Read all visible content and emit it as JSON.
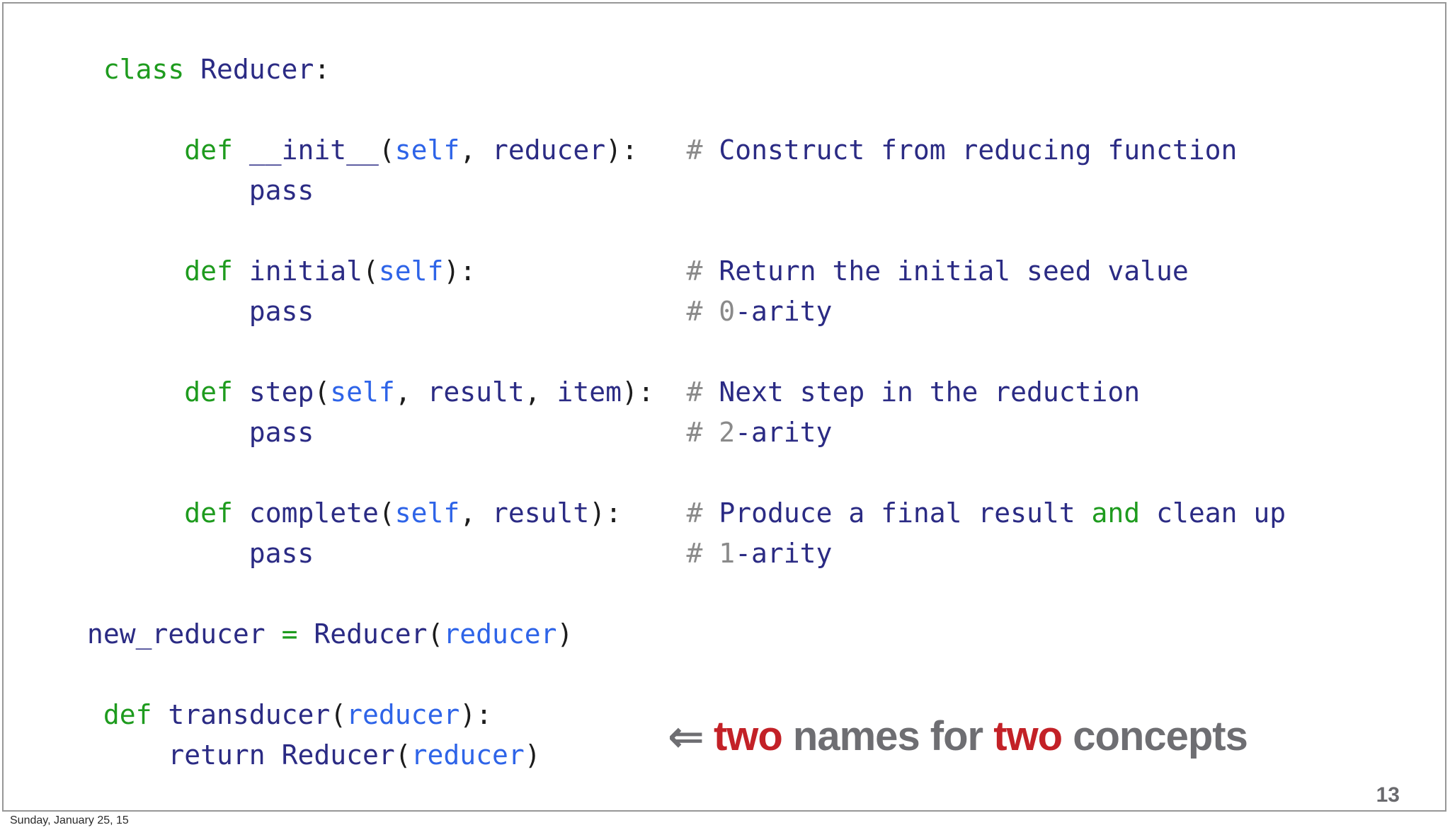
{
  "slide": {
    "page_number": "13",
    "footer_date": "Sunday, January 25, 15"
  },
  "annotation": {
    "arrow": "⇐",
    "segments": [
      {
        "text": "two",
        "emphasis": true
      },
      {
        "text": " names for ",
        "emphasis": false
      },
      {
        "text": "two",
        "emphasis": true
      },
      {
        "text": " concepts",
        "emphasis": false
      }
    ]
  },
  "colors": {
    "keyword_green": "#1e9b1e",
    "identifier_navy": "#2b2b84",
    "builtin_blue": "#2e64e8",
    "punctuation_black": "#1c1c1c",
    "muted_gray": "#8a8a8a",
    "annotation_red": "#c32127",
    "annotation_gray": "#6e6e72",
    "border_gray": "#979797"
  },
  "code": {
    "lines": [
      {
        "tokens": [
          {
            "c": "pu",
            "t": " "
          },
          {
            "c": "kw",
            "t": "class"
          },
          {
            "c": "pu",
            "t": " "
          },
          {
            "c": "nm",
            "t": "Reducer"
          },
          {
            "c": "pu",
            "t": ":"
          }
        ]
      },
      {
        "tokens": []
      },
      {
        "tokens": [
          {
            "c": "pu",
            "t": "      "
          },
          {
            "c": "kw",
            "t": "def"
          },
          {
            "c": "pu",
            "t": " "
          },
          {
            "c": "nm",
            "t": "__init__"
          },
          {
            "c": "pu",
            "t": "("
          },
          {
            "c": "bi",
            "t": "self"
          },
          {
            "c": "pu",
            "t": ", "
          },
          {
            "c": "nm",
            "t": "reducer"
          },
          {
            "c": "pu",
            "t": "):   "
          },
          {
            "c": "gy",
            "t": "# "
          },
          {
            "c": "nm",
            "t": "Construct from reducing function"
          }
        ]
      },
      {
        "tokens": [
          {
            "c": "pu",
            "t": "          "
          },
          {
            "c": "nm",
            "t": "pass"
          }
        ]
      },
      {
        "tokens": []
      },
      {
        "tokens": [
          {
            "c": "pu",
            "t": "      "
          },
          {
            "c": "kw",
            "t": "def"
          },
          {
            "c": "pu",
            "t": " "
          },
          {
            "c": "nm",
            "t": "initial"
          },
          {
            "c": "pu",
            "t": "("
          },
          {
            "c": "bi",
            "t": "self"
          },
          {
            "c": "pu",
            "t": "):             "
          },
          {
            "c": "gy",
            "t": "# "
          },
          {
            "c": "nm",
            "t": "Return the initial seed value"
          }
        ]
      },
      {
        "tokens": [
          {
            "c": "pu",
            "t": "          "
          },
          {
            "c": "nm",
            "t": "pass"
          },
          {
            "c": "pu",
            "t": "                       "
          },
          {
            "c": "gy",
            "t": "# 0"
          },
          {
            "c": "nm",
            "t": "-arity"
          }
        ]
      },
      {
        "tokens": []
      },
      {
        "tokens": [
          {
            "c": "pu",
            "t": "      "
          },
          {
            "c": "kw",
            "t": "def"
          },
          {
            "c": "pu",
            "t": " "
          },
          {
            "c": "nm",
            "t": "step"
          },
          {
            "c": "pu",
            "t": "("
          },
          {
            "c": "bi",
            "t": "self"
          },
          {
            "c": "pu",
            "t": ", "
          },
          {
            "c": "nm",
            "t": "result"
          },
          {
            "c": "pu",
            "t": ", "
          },
          {
            "c": "nm",
            "t": "item"
          },
          {
            "c": "pu",
            "t": "):  "
          },
          {
            "c": "gy",
            "t": "# "
          },
          {
            "c": "nm",
            "t": "Next step in the reduction"
          }
        ]
      },
      {
        "tokens": [
          {
            "c": "pu",
            "t": "          "
          },
          {
            "c": "nm",
            "t": "pass"
          },
          {
            "c": "pu",
            "t": "                       "
          },
          {
            "c": "gy",
            "t": "# 2"
          },
          {
            "c": "nm",
            "t": "-arity"
          }
        ]
      },
      {
        "tokens": []
      },
      {
        "tokens": [
          {
            "c": "pu",
            "t": "      "
          },
          {
            "c": "kw",
            "t": "def"
          },
          {
            "c": "pu",
            "t": " "
          },
          {
            "c": "nm",
            "t": "complete"
          },
          {
            "c": "pu",
            "t": "("
          },
          {
            "c": "bi",
            "t": "self"
          },
          {
            "c": "pu",
            "t": ", "
          },
          {
            "c": "nm",
            "t": "result"
          },
          {
            "c": "pu",
            "t": "):    "
          },
          {
            "c": "gy",
            "t": "# "
          },
          {
            "c": "nm",
            "t": "Produce a final result "
          },
          {
            "c": "kw",
            "t": "and"
          },
          {
            "c": "nm",
            "t": " clean up"
          }
        ]
      },
      {
        "tokens": [
          {
            "c": "pu",
            "t": "          "
          },
          {
            "c": "nm",
            "t": "pass"
          },
          {
            "c": "pu",
            "t": "                       "
          },
          {
            "c": "gy",
            "t": "# 1"
          },
          {
            "c": "nm",
            "t": "-arity"
          }
        ]
      },
      {
        "tokens": []
      },
      {
        "tokens": [
          {
            "c": "nm",
            "t": "new_reducer"
          },
          {
            "c": "pu",
            "t": " "
          },
          {
            "c": "kw",
            "t": "="
          },
          {
            "c": "pu",
            "t": " "
          },
          {
            "c": "nm",
            "t": "Reducer"
          },
          {
            "c": "pu",
            "t": "("
          },
          {
            "c": "bi",
            "t": "reducer"
          },
          {
            "c": "pu",
            "t": ")"
          }
        ]
      },
      {
        "tokens": []
      },
      {
        "tokens": [
          {
            "c": "pu",
            "t": " "
          },
          {
            "c": "kw",
            "t": "def"
          },
          {
            "c": "pu",
            "t": " "
          },
          {
            "c": "nm",
            "t": "transducer"
          },
          {
            "c": "pu",
            "t": "("
          },
          {
            "c": "bi",
            "t": "reducer"
          },
          {
            "c": "pu",
            "t": "):"
          }
        ]
      },
      {
        "tokens": [
          {
            "c": "pu",
            "t": "     "
          },
          {
            "c": "nm",
            "t": "return"
          },
          {
            "c": "pu",
            "t": " "
          },
          {
            "c": "nm",
            "t": "Reducer"
          },
          {
            "c": "pu",
            "t": "("
          },
          {
            "c": "bi",
            "t": "reducer"
          },
          {
            "c": "pu",
            "t": ")"
          }
        ]
      }
    ]
  }
}
